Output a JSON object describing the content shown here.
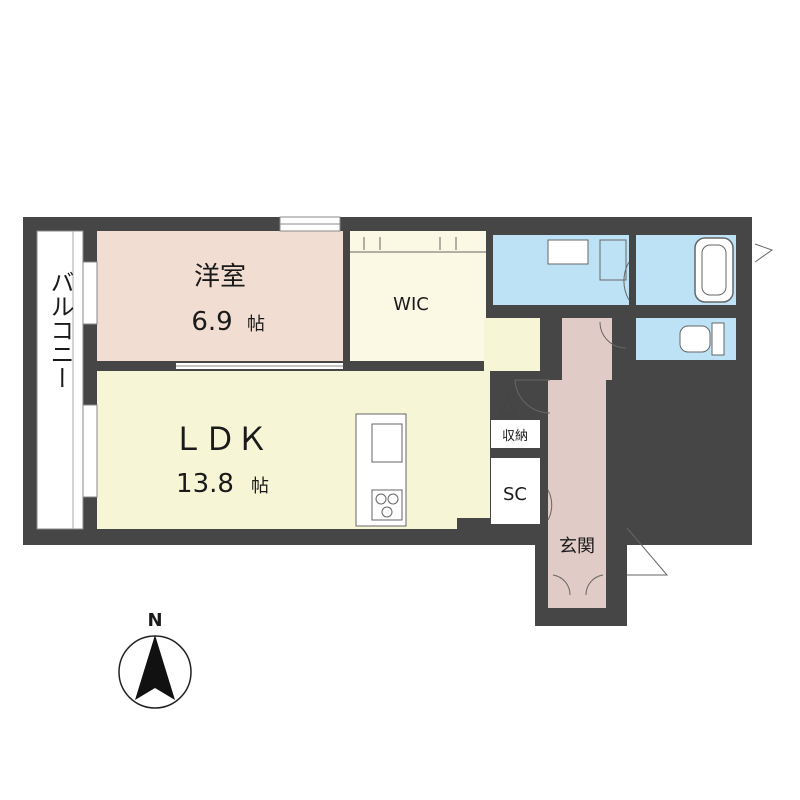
{
  "rooms": {
    "western": {
      "name": "洋室",
      "size": "6.9",
      "unit": "帖"
    },
    "wic": {
      "name": "WIC"
    },
    "ldk": {
      "name": "ＬＤＫ",
      "size": "13.8",
      "unit": "帖"
    },
    "storage": {
      "name": "収納"
    },
    "sc": {
      "name": "SC"
    },
    "entrance": {
      "name": "玄関"
    },
    "balcony": {
      "name": "バルコニー"
    }
  },
  "compass": {
    "label": "N"
  },
  "colors": {
    "wall": "#464646",
    "western": "#f2ddd3",
    "wic": "#fbf8e4",
    "ldk": "#f6f6d6",
    "wet": "#bde2f5",
    "hall": "#e0cbc6",
    "balcony": "#ffffff"
  }
}
